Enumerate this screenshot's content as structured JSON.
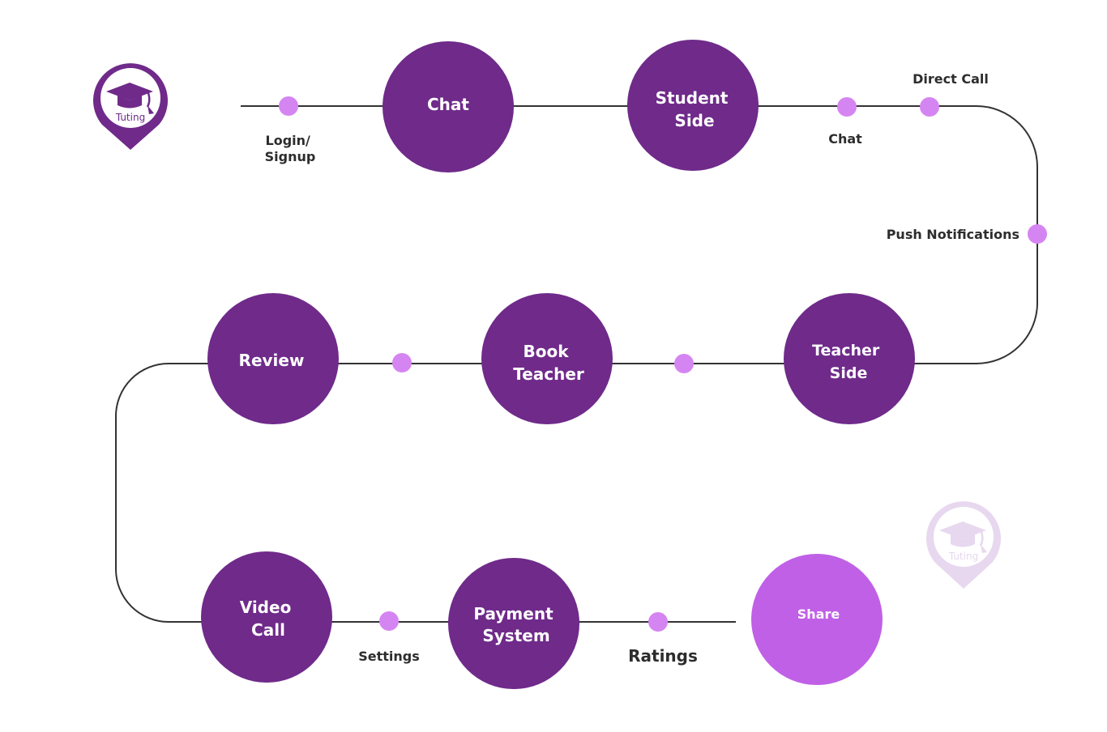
{
  "colors": {
    "node": "#6f2a8a",
    "node_light": "#c060e6",
    "dot": "#d585f1",
    "line": "#333333",
    "label": "#2d2d2d",
    "logo_primary": "#6f2a8a",
    "logo_faded": "#e7d8ef"
  },
  "logo": {
    "text": "Tuting",
    "icon": "graduation-cap-icon"
  },
  "nodes": {
    "chat": [
      "Chat"
    ],
    "student_side": [
      "Student",
      "Side"
    ],
    "teacher_side": [
      "Teacher",
      "Side"
    ],
    "book_teacher": [
      "Book",
      "Teacher"
    ],
    "review": [
      "Review"
    ],
    "video_call": [
      "Video",
      "Call"
    ],
    "payment_system": [
      "Payment",
      "System"
    ],
    "share": [
      "Share"
    ]
  },
  "labels": {
    "login_signup": [
      "Login/",
      "Signup"
    ],
    "chat": "Chat",
    "direct_call": "Direct Call",
    "push_notifications": "Push Notifications",
    "settings": "Settings",
    "ratings": "Ratings"
  }
}
